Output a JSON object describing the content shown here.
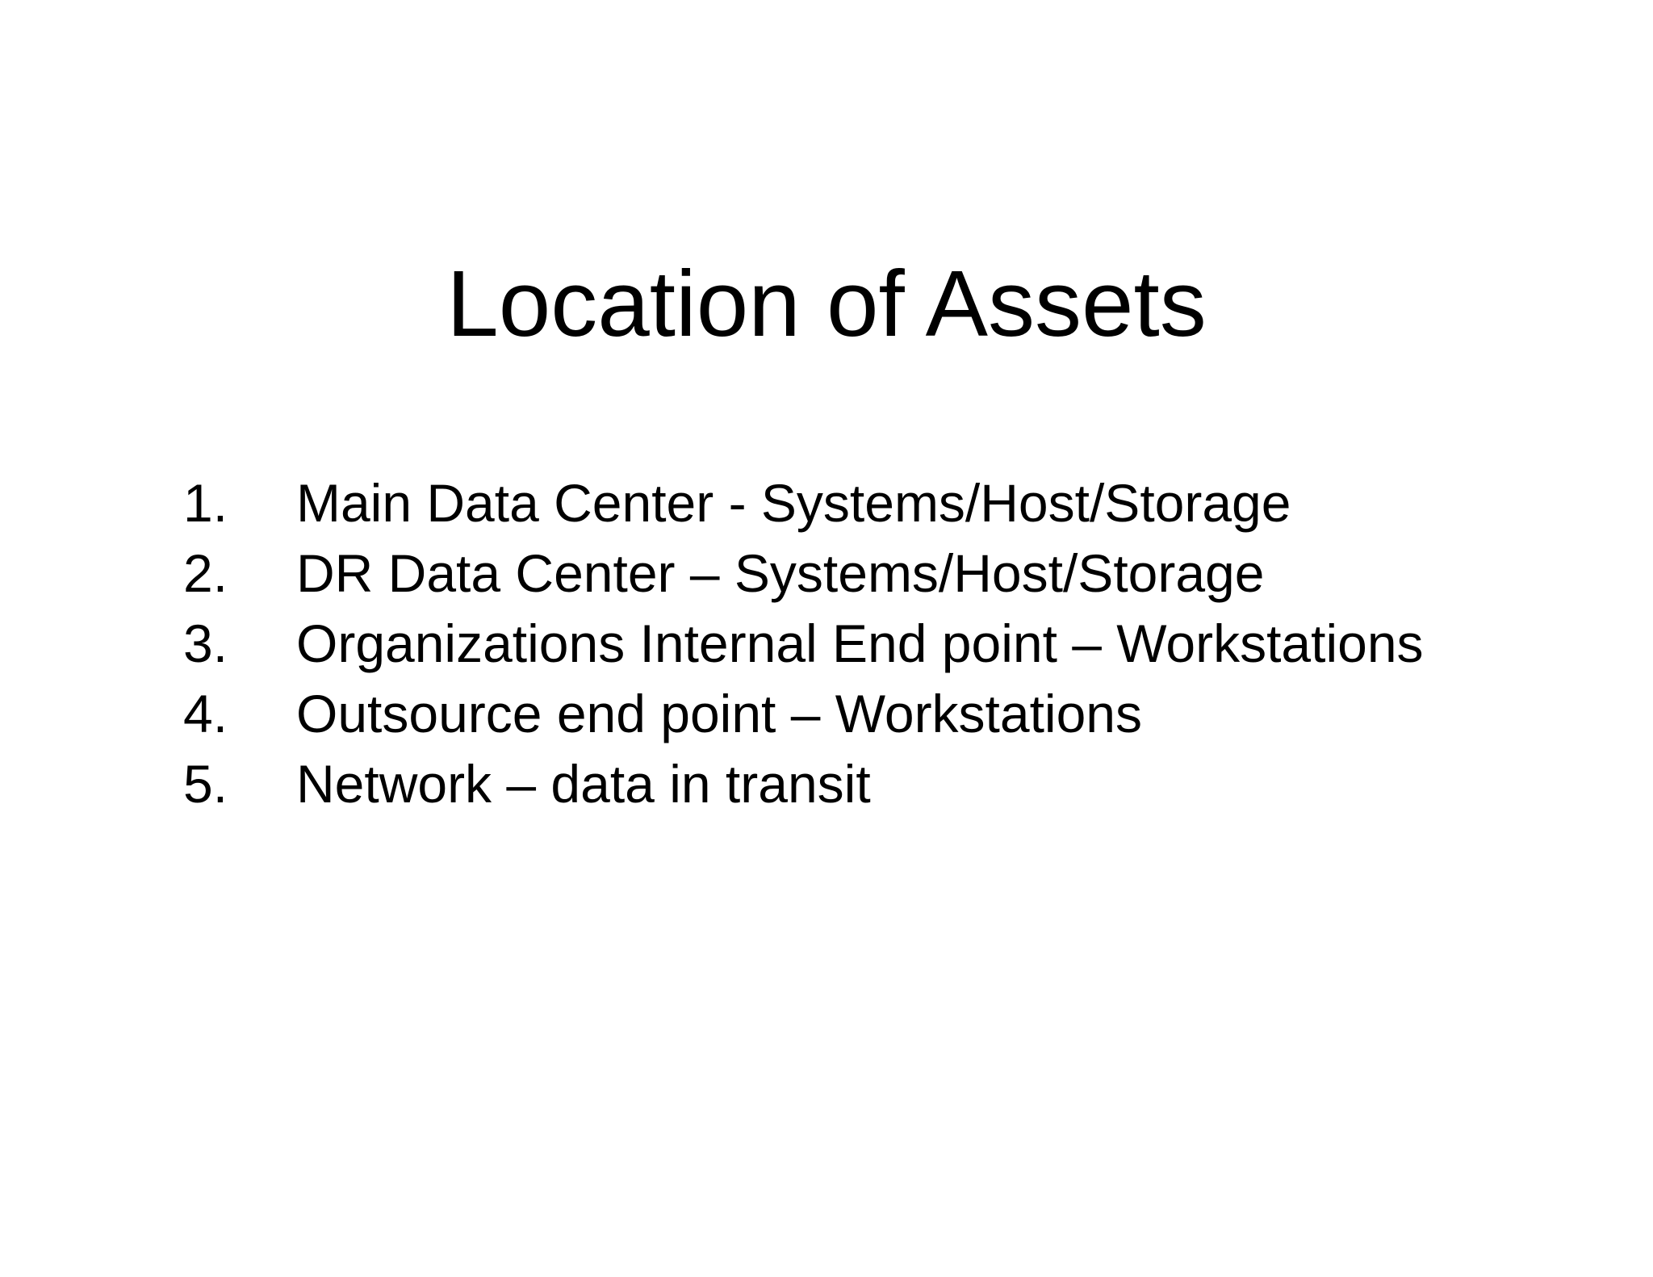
{
  "slide": {
    "title": "Location of Assets",
    "items": [
      {
        "number": "1.",
        "text": "Main Data Center - Systems/Host/Storage"
      },
      {
        "number": "2.",
        "text": "DR Data Center – Systems/Host/Storage"
      },
      {
        "number": "3.",
        "text": "Organizations Internal End point – Workstations"
      },
      {
        "number": "4.",
        "text": "Outsource end point – Workstations"
      },
      {
        "number": "5.",
        "text": "Network – data in transit"
      }
    ],
    "colors": {
      "background": "#ffffff",
      "text": "#000000"
    }
  }
}
